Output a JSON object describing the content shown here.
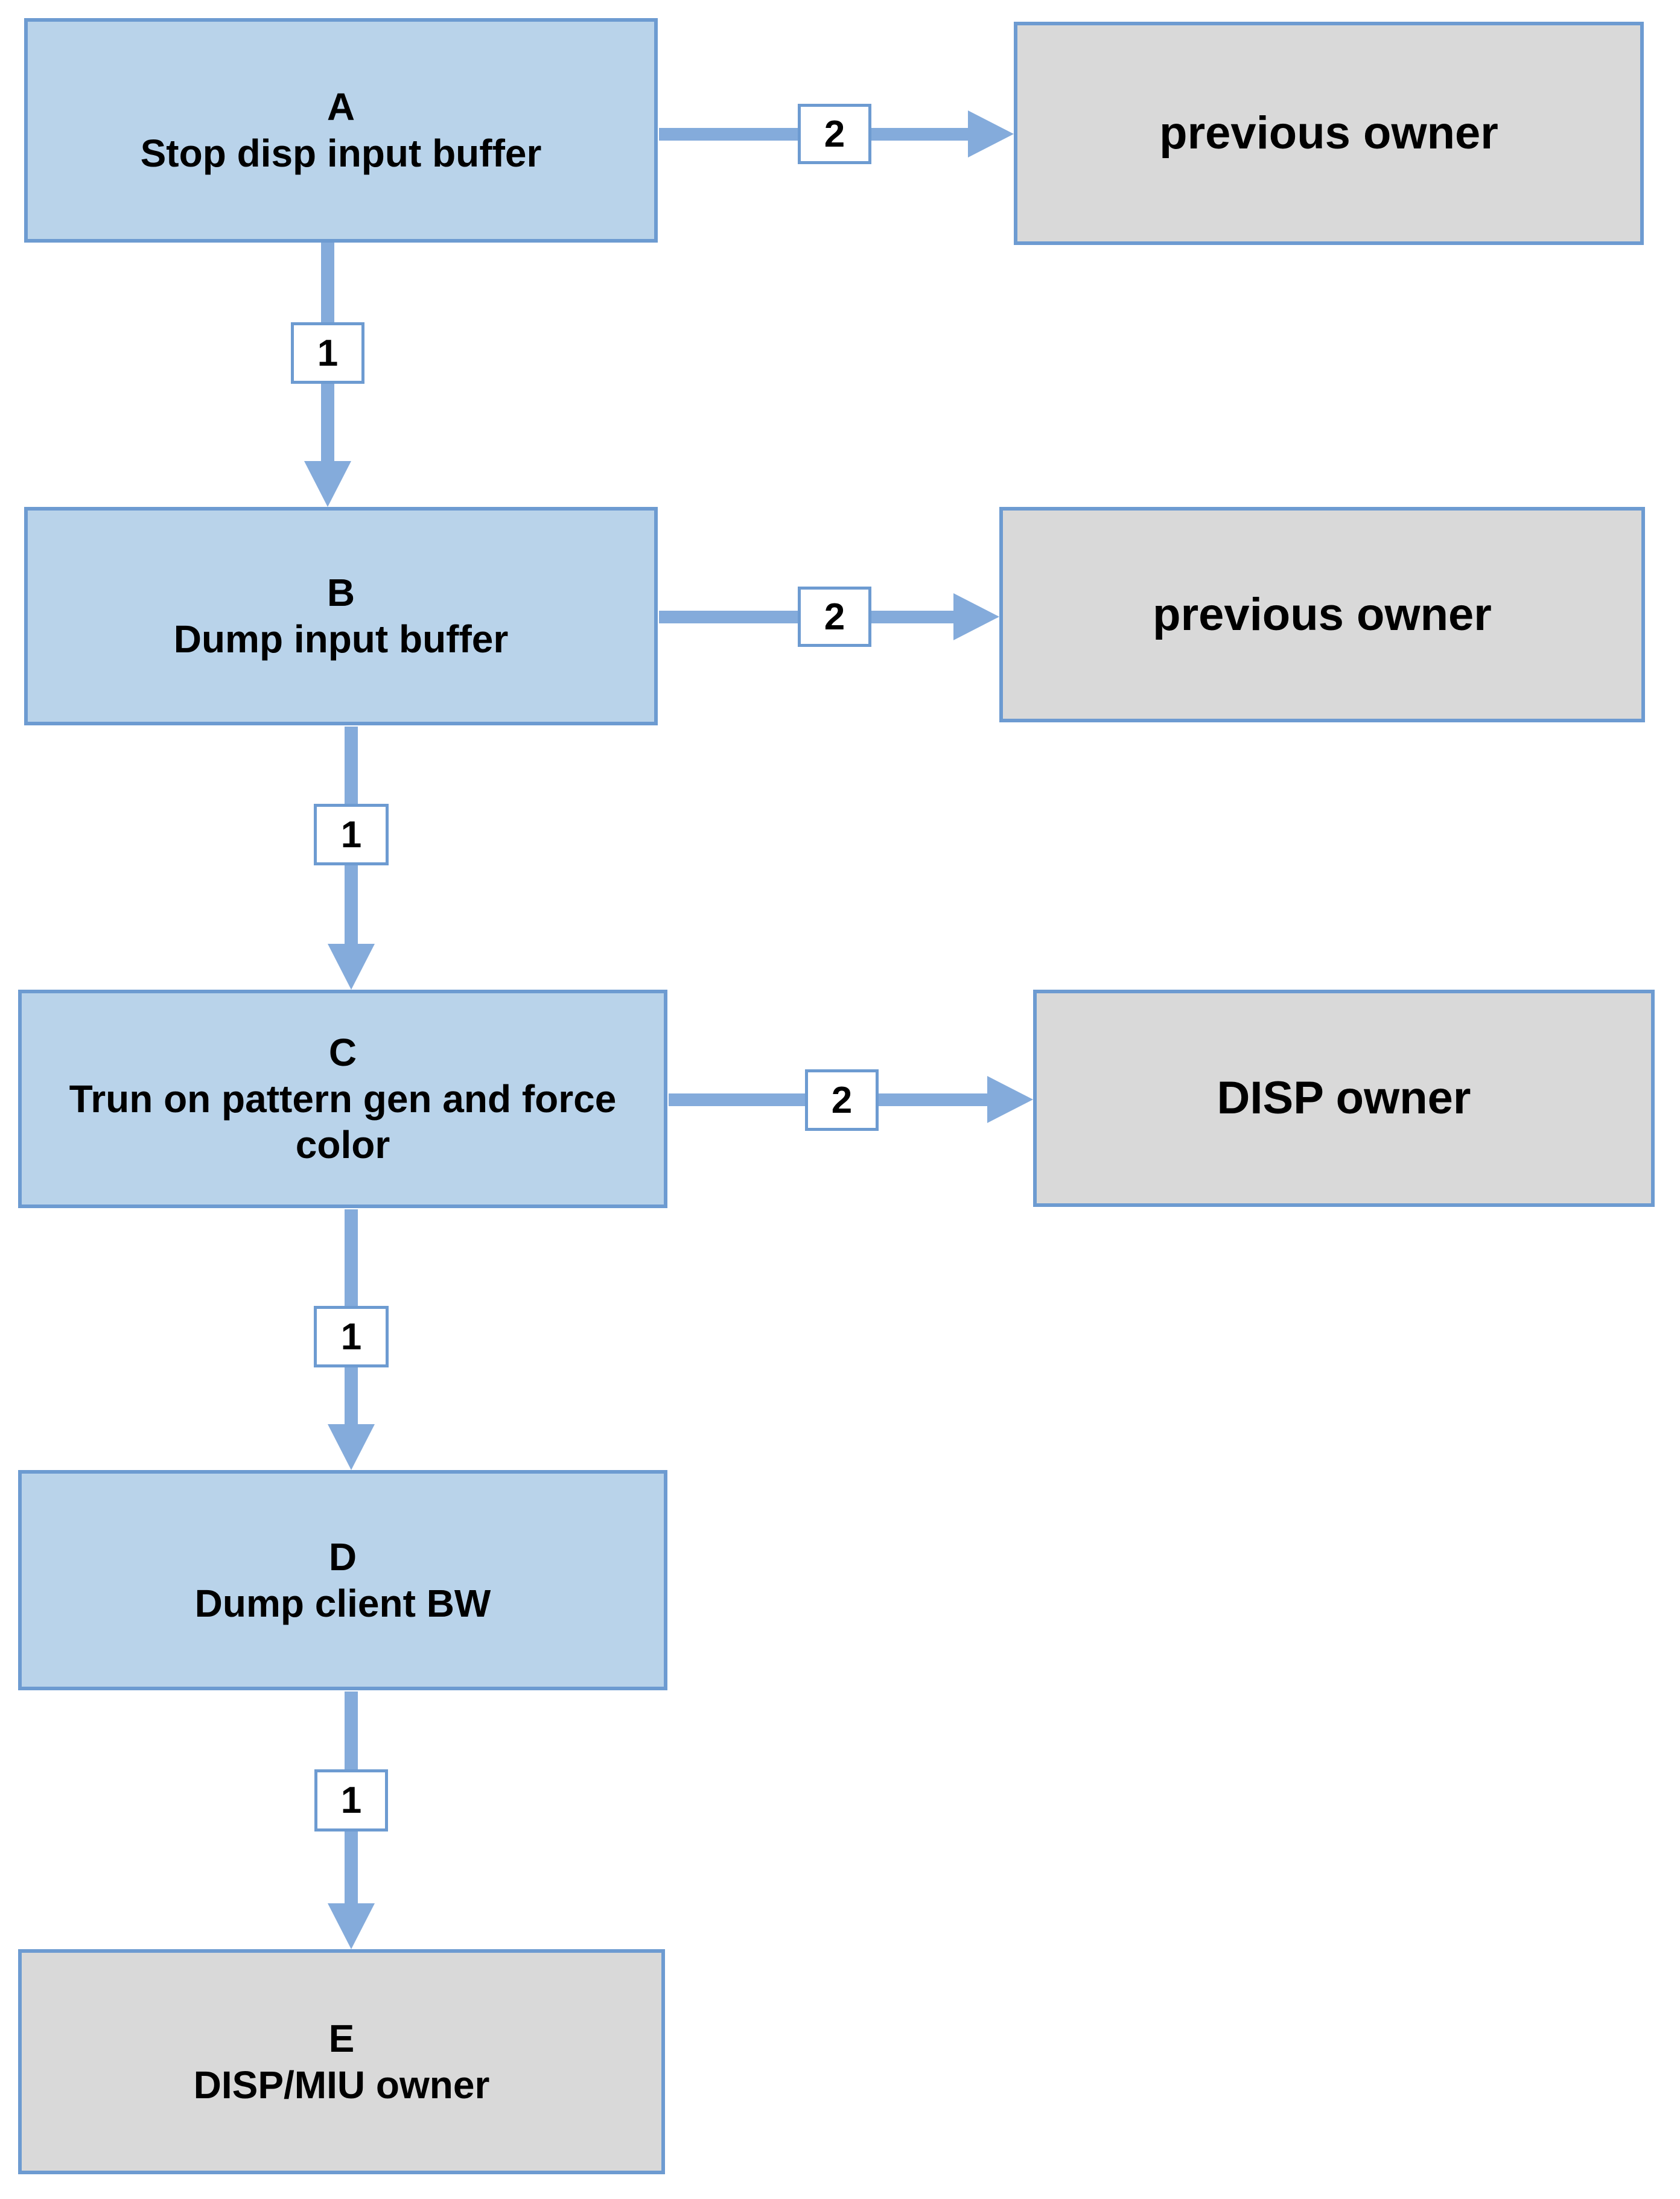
{
  "diagram": {
    "type": "flowchart",
    "colors": {
      "process_fill": "#B9D3EA",
      "terminal_fill": "#D9D9D9",
      "box_border": "#6D9BD1",
      "arrow": "#84ABDB",
      "label_box_fill": "#FFFFFF",
      "text": "#000000"
    },
    "nodes": {
      "a": {
        "letter": "A",
        "label": "Stop disp input buffer"
      },
      "prev1": {
        "label": "previous owner"
      },
      "b": {
        "letter": "B",
        "label": "Dump input buffer"
      },
      "prev2": {
        "label": "previous owner"
      },
      "c": {
        "letter": "C",
        "label": "Trun on pattern gen and force color"
      },
      "disp": {
        "label": "DISP owner"
      },
      "d": {
        "letter": "D",
        "label": "Dump client BW"
      },
      "e": {
        "letter": "E",
        "label": "DISP/MIU owner"
      }
    },
    "edges": [
      {
        "from": "A",
        "to": "previous owner",
        "label": "2"
      },
      {
        "from": "A",
        "to": "B",
        "label": "1"
      },
      {
        "from": "B",
        "to": "previous owner",
        "label": "2"
      },
      {
        "from": "B",
        "to": "C",
        "label": "1"
      },
      {
        "from": "C",
        "to": "DISP owner",
        "label": "2"
      },
      {
        "from": "C",
        "to": "D",
        "label": "1"
      },
      {
        "from": "D",
        "to": "E",
        "label": "1"
      }
    ]
  }
}
